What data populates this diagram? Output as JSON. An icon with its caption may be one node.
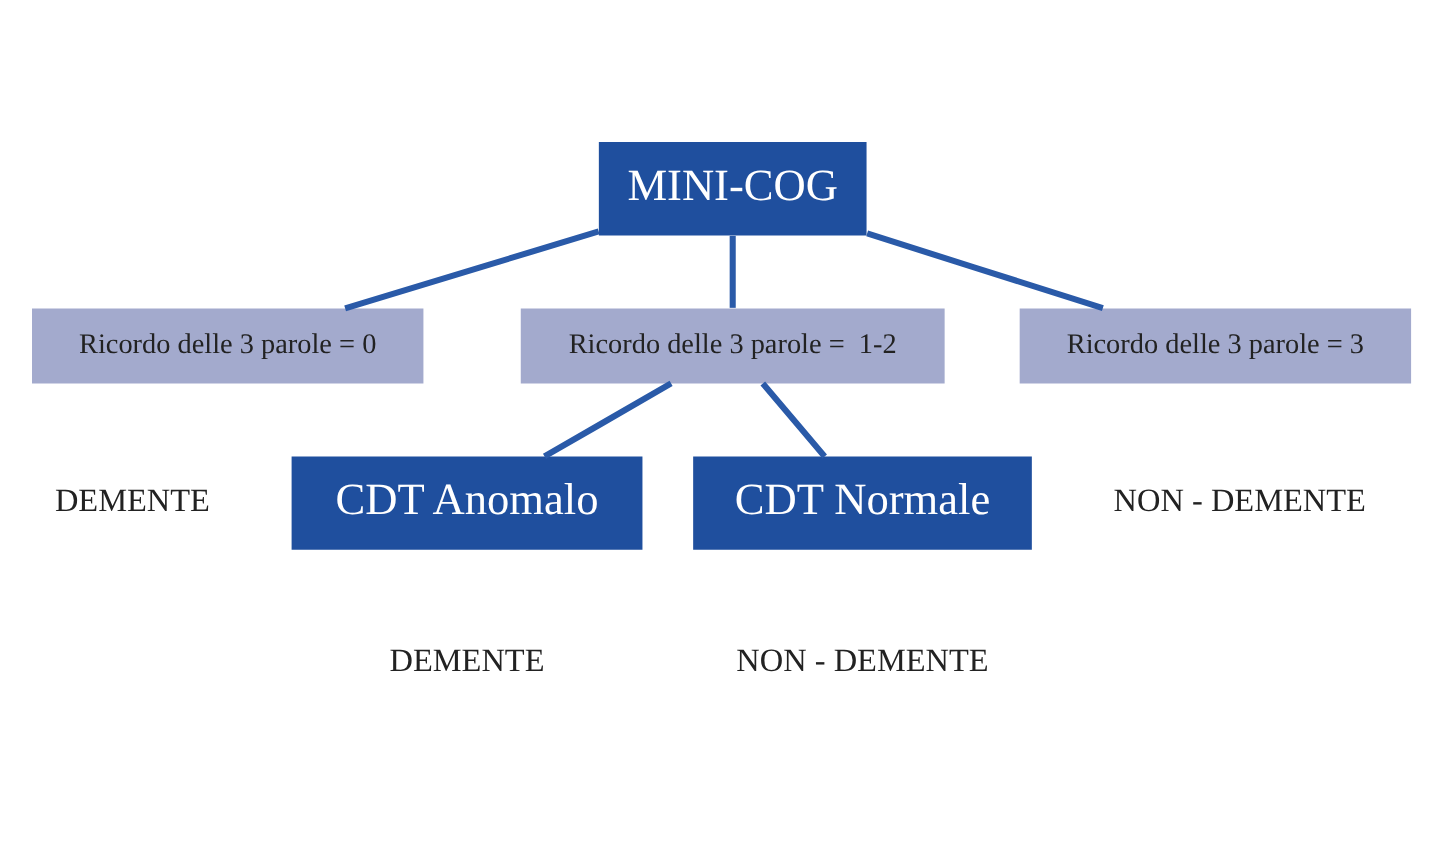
{
  "diagram": {
    "nodes": [
      {
        "text": [
          "MINI-COG"
        ]
      },
      {
        "text": [
          "Ricordo delle 3 parole = 0"
        ],
        "beside": [
          "DEMENTE"
        ]
      },
      {
        "text": [
          "Ricordo delle 3 parole =  1-2"
        ]
      },
      {
        "text": [
          "Ricordo delle 3 parole = 3"
        ],
        "beside": [
          "NON - DEMENTE"
        ]
      },
      {
        "text": [
          "CDT Anomalo"
        ],
        "beside": [
          "DEMENTE"
        ]
      },
      {
        "text": [
          "CDT Normale"
        ],
        "beside": [
          "NON - DEMENTE"
        ]
      }
    ],
    "edges": [
      {
        "from": 0,
        "to": 1,
        "arrow": "none"
      },
      {
        "from": 0,
        "to": 2,
        "arrow": "none"
      },
      {
        "from": 0,
        "to": 3,
        "arrow": "none"
      },
      {
        "from": 2,
        "to": 4,
        "arrow": "none"
      },
      {
        "from": 2,
        "to": 5,
        "arrow": "none"
      }
    ]
  }
}
